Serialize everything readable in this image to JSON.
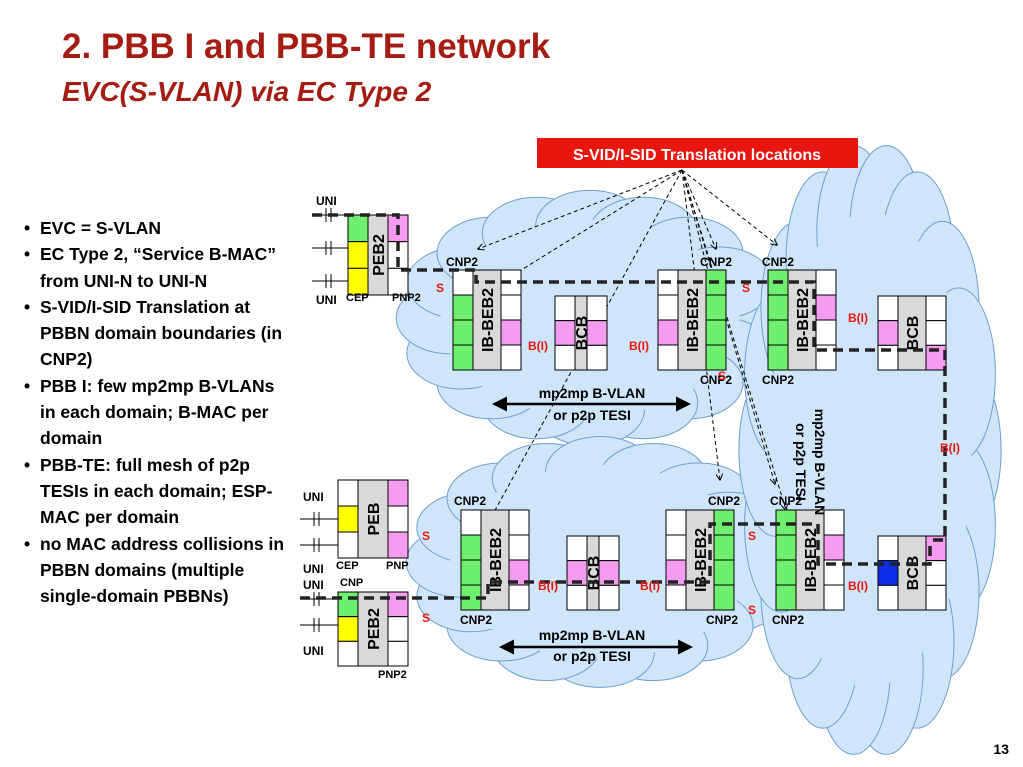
{
  "slide": {
    "title": "2. PBB I and PBB-TE network",
    "subtitle": "EVC(S-VLAN) via EC Type 2",
    "page_number": "13"
  },
  "bullets": [
    "EVC = S-VLAN",
    "EC Type 2, “Service B-MAC” from UNI-N to UNI-N",
    "S-VID/I-SID Translation at PBBN domain boundaries (in CNP2)",
    "PBB I: few mp2mp B-VLANs in each domain; B-MAC per domain",
    "PBB-TE: full mesh of p2p TESIs in each domain; ESP-MAC per domain",
    "no MAC address collisions in PBBN domains (multiple single-domain PBBNs)"
  ],
  "diagram": {
    "callout": "S-VID/I-SID Translation locations",
    "colors": {
      "callout_bg": "#e8160e",
      "cloud": "#cfe6fa",
      "green": "#6ef06e",
      "pink": "#f59cf0",
      "yellow": "#ffff00",
      "blue": "#0a2ee8",
      "gray": "#d9d9d9",
      "title": "#a51c12"
    },
    "labels": {
      "uni": "UNI",
      "cep": "CEP",
      "pnp": "PNP",
      "pnp2": "PNP2",
      "cnp": "CNP",
      "cnp2": "CNP2",
      "s": "S",
      "bi": "B(I)",
      "mp2mp_line1": "mp2mp B-VLAN",
      "mp2mp_line2": "or p2p TESI"
    },
    "bridges": {
      "peb": "PEB",
      "peb2": "PEB2",
      "ib_beb2": "IB-BEB2",
      "bcb": "BCB"
    }
  }
}
